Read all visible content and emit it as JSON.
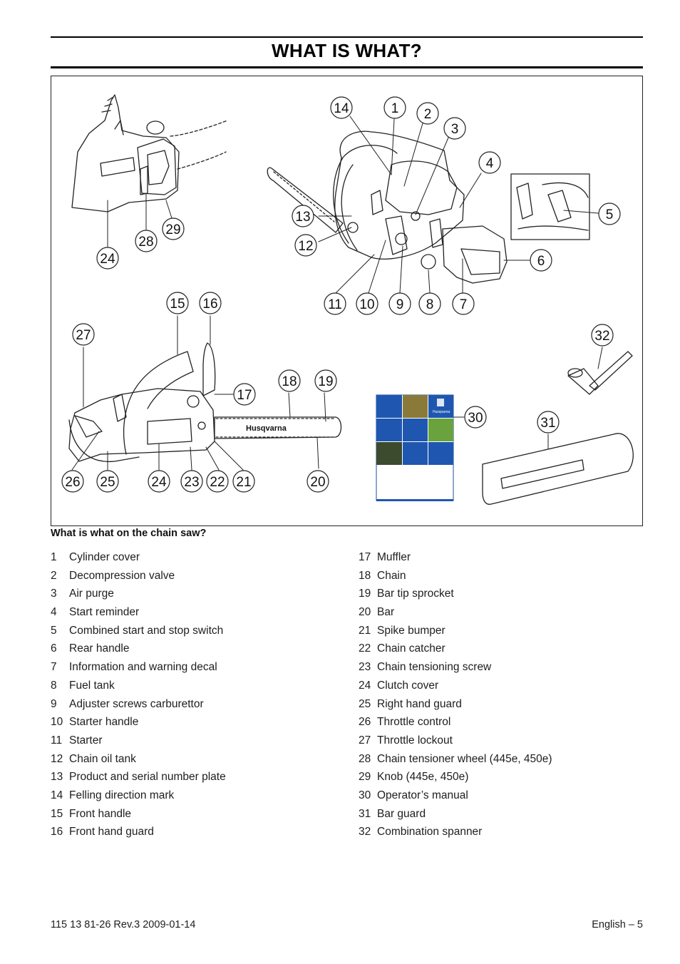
{
  "header": {
    "title": "WHAT IS WHAT?"
  },
  "figure": {
    "callouts": [
      "1",
      "2",
      "3",
      "4",
      "5",
      "6",
      "7",
      "8",
      "9",
      "10",
      "11",
      "12",
      "13",
      "14",
      "15",
      "16",
      "17",
      "18",
      "19",
      "20",
      "21",
      "22",
      "23",
      "24",
      "25",
      "26",
      "27",
      "28",
      "29",
      "30",
      "31",
      "32"
    ],
    "bar_brand": "Husqvarna",
    "manual_brand": "Husqvarna"
  },
  "caption": "What is what on the chain saw?",
  "parts_left": [
    {
      "num": "1",
      "label": "Cylinder cover"
    },
    {
      "num": "2",
      "label": "Decompression valve"
    },
    {
      "num": "3",
      "label": "Air purge"
    },
    {
      "num": "4",
      "label": "Start reminder"
    },
    {
      "num": "5",
      "label": "Combined start and stop switch"
    },
    {
      "num": "6",
      "label": "Rear handle"
    },
    {
      "num": "7",
      "label": "Information and warning decal"
    },
    {
      "num": "8",
      "label": "Fuel tank"
    },
    {
      "num": "9",
      "label": "Adjuster screws carburettor"
    },
    {
      "num": "10",
      "label": "Starter handle"
    },
    {
      "num": "11",
      "label": "Starter"
    },
    {
      "num": "12",
      "label": "Chain oil tank"
    },
    {
      "num": "13",
      "label": "Product and serial number plate"
    },
    {
      "num": "14",
      "label": "Felling direction mark"
    },
    {
      "num": "15",
      "label": "Front handle"
    },
    {
      "num": "16",
      "label": "Front hand guard"
    }
  ],
  "parts_right": [
    {
      "num": "17",
      "label": "Muffler"
    },
    {
      "num": "18",
      "label": "Chain"
    },
    {
      "num": "19",
      "label": "Bar tip sprocket"
    },
    {
      "num": "20",
      "label": "Bar"
    },
    {
      "num": "21",
      "label": "Spike bumper"
    },
    {
      "num": "22",
      "label": "Chain catcher"
    },
    {
      "num": "23",
      "label": "Chain tensioning screw"
    },
    {
      "num": "24",
      "label": "Clutch cover"
    },
    {
      "num": "25",
      "label": "Right hand guard"
    },
    {
      "num": "26",
      "label": "Throttle control"
    },
    {
      "num": "27",
      "label": "Throttle lockout"
    },
    {
      "num": "28",
      "label": "Chain tensioner wheel (445e, 450e)"
    },
    {
      "num": "29",
      "label": "Knob (445e, 450e)"
    },
    {
      "num": "30",
      "label": "Operator’s manual"
    },
    {
      "num": "31",
      "label": "Bar guard"
    },
    {
      "num": "32",
      "label": "Combination spanner"
    }
  ],
  "footer": {
    "doc_id": "115 13 81-26 Rev.3 2009-01-14",
    "page": "English – 5"
  }
}
